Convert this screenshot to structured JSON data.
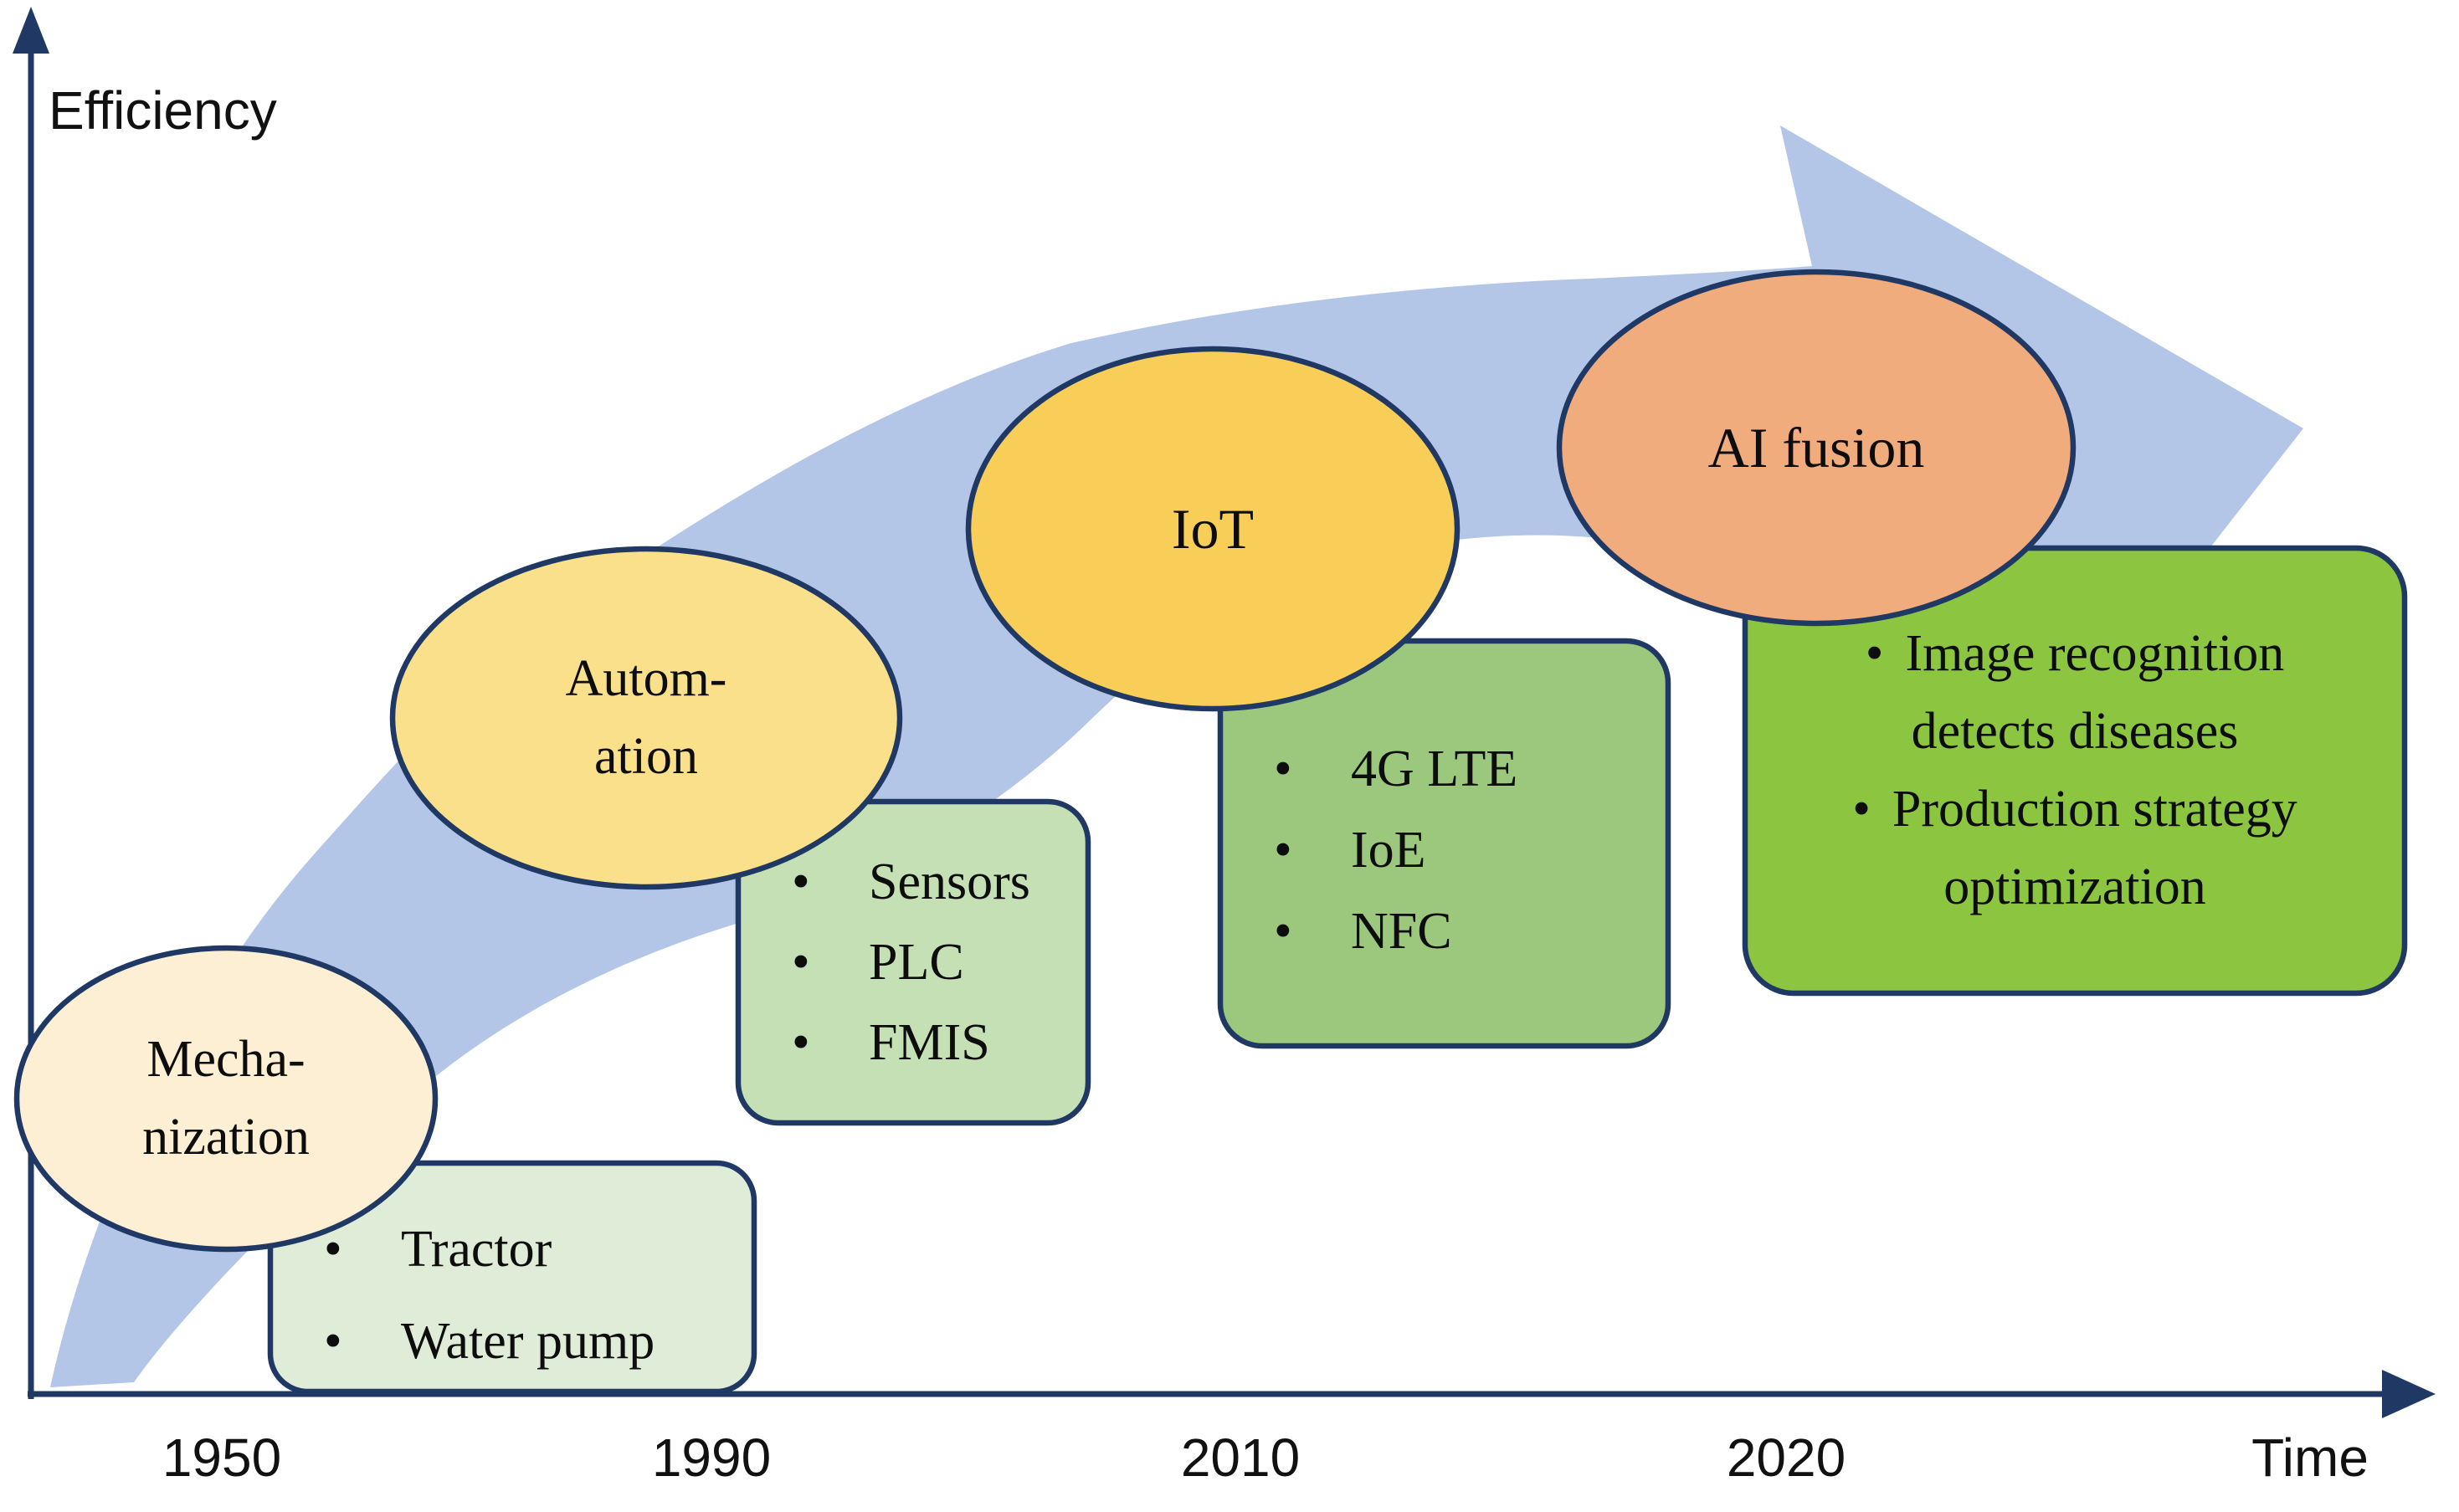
{
  "axes": {
    "y_label": "Efficiency",
    "x_label": "Time",
    "x_ticks": [
      "1950",
      "1990",
      "2010",
      "2020"
    ]
  },
  "bullet_char": "•",
  "stages": [
    {
      "id": "mechanization",
      "label": "Mecha-\nnization",
      "fill": "#FCEFD4"
    },
    {
      "id": "automation",
      "label": "Autom-\nation",
      "fill": "#FBE08C"
    },
    {
      "id": "iot",
      "label": "IoT",
      "fill": "#F8CE59"
    },
    {
      "id": "ai-fusion",
      "label": "AI fusion",
      "fill": "#F1AC7D"
    }
  ],
  "detail_boxes": [
    {
      "stage": "mechanization",
      "fill": "#DFECD7",
      "items": [
        "Tractor",
        "Water pump"
      ]
    },
    {
      "stage": "automation",
      "fill": "#C5E0B4",
      "items": [
        "Sensors",
        "PLC",
        "FMIS"
      ]
    },
    {
      "stage": "iot",
      "fill": "#9CC87E",
      "items": [
        "4G LTE",
        "IoE",
        "NFC"
      ]
    },
    {
      "stage": "ai-fusion",
      "fill": "#8CC640",
      "items": [
        {
          "lead": "Image recognition",
          "wrap": "detects diseases"
        },
        {
          "lead": "Production strategy",
          "wrap": "optimization"
        }
      ]
    }
  ],
  "colors": {
    "arrow_body": "#B3C6E7",
    "axis": "#1F3864",
    "shape_outline": "#1F3864",
    "text": "#0D0D0D"
  }
}
